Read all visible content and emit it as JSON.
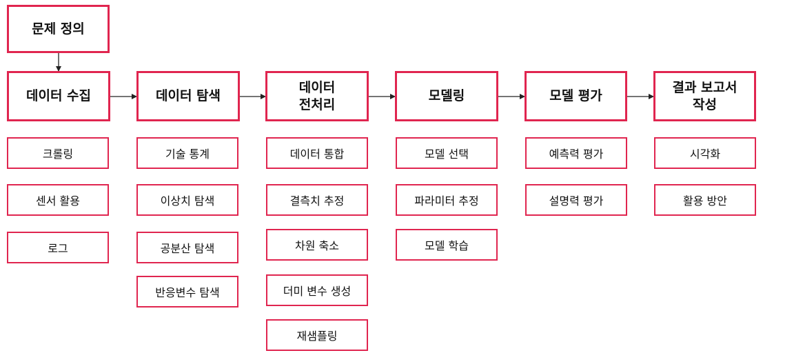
{
  "start": {
    "label": "문제 정의"
  },
  "stages": [
    {
      "label": "데이터 수집",
      "items": [
        "크롤링",
        "센서 활용",
        "로그"
      ]
    },
    {
      "label": "데이터 탐색",
      "items": [
        "기술 통계",
        "이상치 탐색",
        "공분산 탐색",
        "반응변수 탐색"
      ]
    },
    {
      "label": "데이터\n전처리",
      "items": [
        "데이터 통합",
        "결측치 추정",
        "차원 축소",
        "더미 변수 생성",
        "재샘플링"
      ]
    },
    {
      "label": "모델링",
      "items": [
        "모델 선택",
        "파라미터 추정",
        "모델 학습"
      ]
    },
    {
      "label": "모델 평가",
      "items": [
        "예측력 평가",
        "설명력 평가"
      ]
    },
    {
      "label": "결과 보고서\n작성",
      "items": [
        "시각화",
        "활용 방안"
      ]
    }
  ],
  "colors": {
    "border": "#e0254f",
    "arrow": "#222222"
  }
}
